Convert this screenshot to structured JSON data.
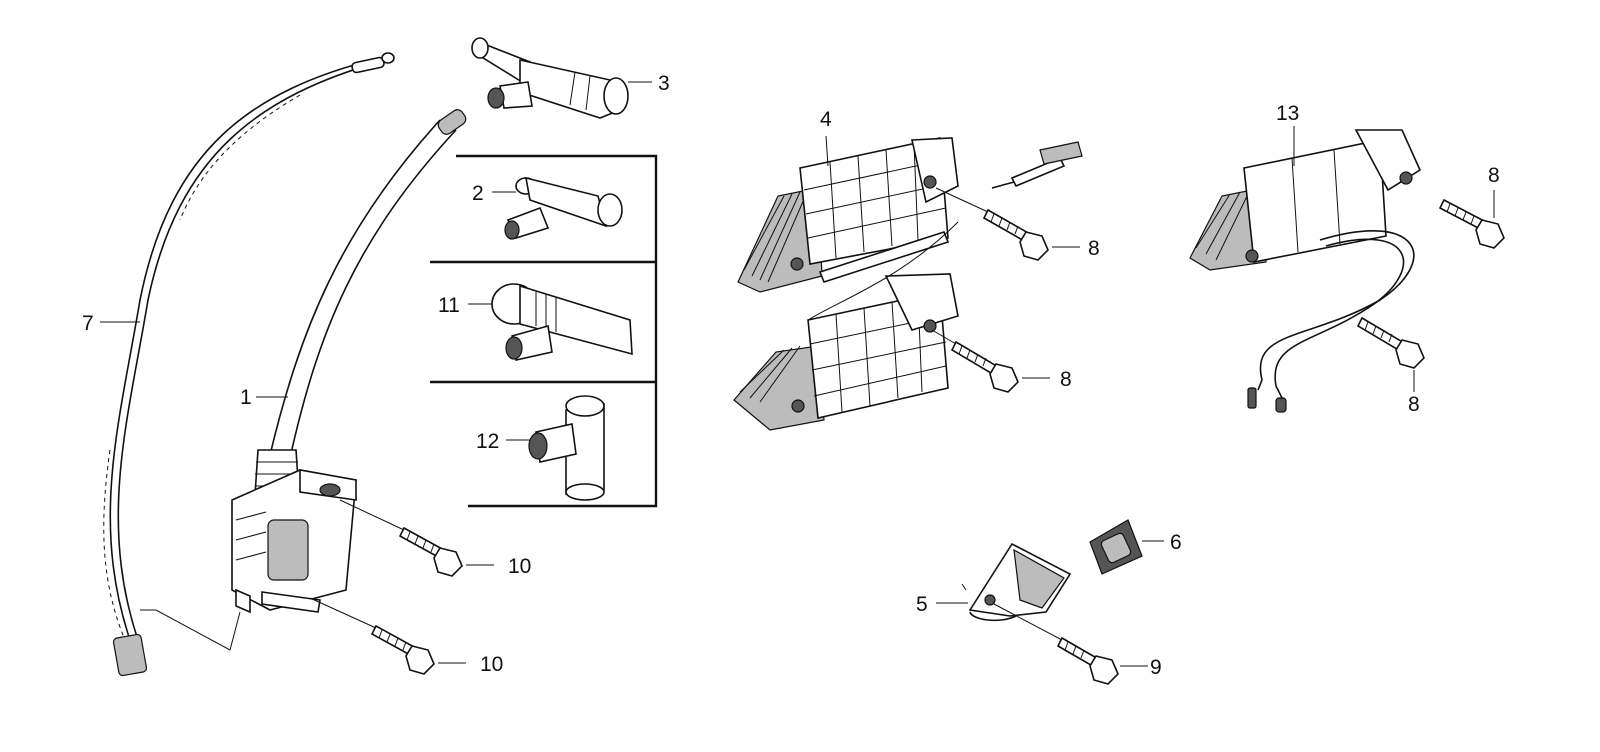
{
  "callouts": [
    {
      "id": "c1",
      "label": "1"
    },
    {
      "id": "c2",
      "label": "2"
    },
    {
      "id": "c3",
      "label": "3"
    },
    {
      "id": "c4",
      "label": "4"
    },
    {
      "id": "c5",
      "label": "5"
    },
    {
      "id": "c6",
      "label": "6"
    },
    {
      "id": "c7",
      "label": "7"
    },
    {
      "id": "c8a",
      "label": "8"
    },
    {
      "id": "c8b",
      "label": "8"
    },
    {
      "id": "c8c",
      "label": "8"
    },
    {
      "id": "c8d",
      "label": "8"
    },
    {
      "id": "c9",
      "label": "9"
    },
    {
      "id": "c10a",
      "label": "10"
    },
    {
      "id": "c10b",
      "label": "10"
    },
    {
      "id": "c11",
      "label": "11"
    },
    {
      "id": "c12",
      "label": "12"
    },
    {
      "id": "c13",
      "label": "13"
    }
  ]
}
